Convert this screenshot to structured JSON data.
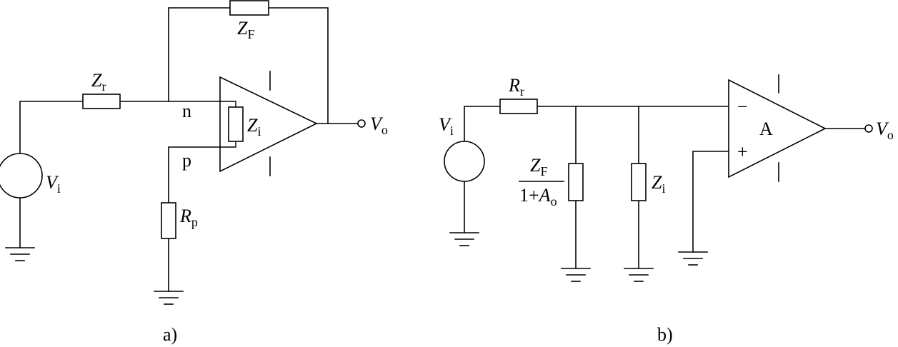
{
  "fig_a": {
    "caption": "a)",
    "zr": {
      "main": "Z",
      "sub": "r"
    },
    "zf": {
      "main": "Z",
      "sub": "F"
    },
    "zi": {
      "main": "Z",
      "sub": "i"
    },
    "rp": {
      "main": "R",
      "sub": "p"
    },
    "vi": {
      "main": "V",
      "sub": "i"
    },
    "vo": {
      "main": "V",
      "sub": "o"
    },
    "node_n": "n",
    "node_p": "p"
  },
  "fig_b": {
    "caption": "b)",
    "rr": {
      "main": "R",
      "sub": "r"
    },
    "vi": {
      "main": "V",
      "sub": "i"
    },
    "vo": {
      "main": "V",
      "sub": "o"
    },
    "zf_num": {
      "main": "Z",
      "sub": "F"
    },
    "zf_den": {
      "prefix": "1+",
      "main": "A",
      "sub": "o"
    },
    "zi": {
      "main": "Z",
      "sub": "i"
    },
    "amp": "A",
    "minus": "−",
    "plus": "+"
  }
}
